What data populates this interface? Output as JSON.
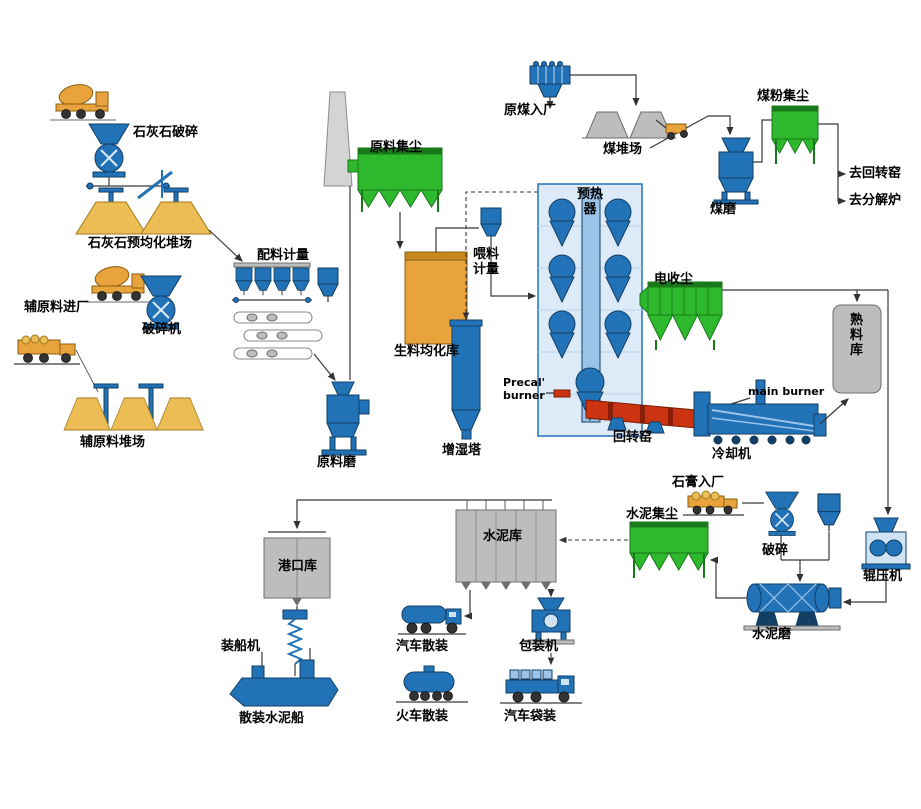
{
  "diagram": {
    "labels": {
      "limestone_crushing": "石灰石破碎",
      "limestone_prehomo_yard": "石灰石预均化堆场",
      "aux_material_entry": "辅原料进厂",
      "crusher_machine": "破碎机",
      "aux_material_yard": "辅原料堆场",
      "batching_metering": "配料计量",
      "raw_material_dust": "原料集尘",
      "raw_meal_silo": "生料均化库",
      "feed_metering": "喂料计量",
      "preheater": "预热器",
      "raw_coal_entry": "原煤入厂",
      "coal_yard": "煤堆场",
      "coal_dust": "煤粉集尘",
      "coal_mill": "煤磨",
      "to_rotary_kiln": "去回转窑",
      "to_calciner": "去分解炉",
      "esp": "电收尘",
      "precal_burner": "Precal' burner",
      "rotary_kiln": "回转窑",
      "main_burner": "main burner",
      "cooler": "冷却机",
      "clinker_silo": "熟料库",
      "humidifier_tower": "增湿塔",
      "raw_mill": "原料磨",
      "gypsum_entry": "石膏入厂",
      "cement_dust": "水泥集尘",
      "gypsum_crushing": "破碎",
      "roller_press": "辊压机",
      "cement_mill": "水泥磨",
      "cement_silo": "水泥库",
      "port_silo": "港口库",
      "ship_loader": "装船机",
      "bulk_cement_ship": "散装水泥船",
      "truck_bulk": "汽车散装",
      "train_bulk": "火车散装",
      "packing_machine": "包装机",
      "truck_bagged": "汽车袋装"
    },
    "colors": {
      "blue": "#2272b8",
      "bluedk": "#123f63",
      "bluelt": "#9cc3e8",
      "green": "#2eb82e",
      "greendk": "#1a7a1a",
      "orange": "#e8a33d",
      "sand": "#edbd55",
      "gray": "#bdbdbd",
      "graydk": "#6e6e6e",
      "red": "#cc3311",
      "line": "#3a3a3a"
    }
  }
}
